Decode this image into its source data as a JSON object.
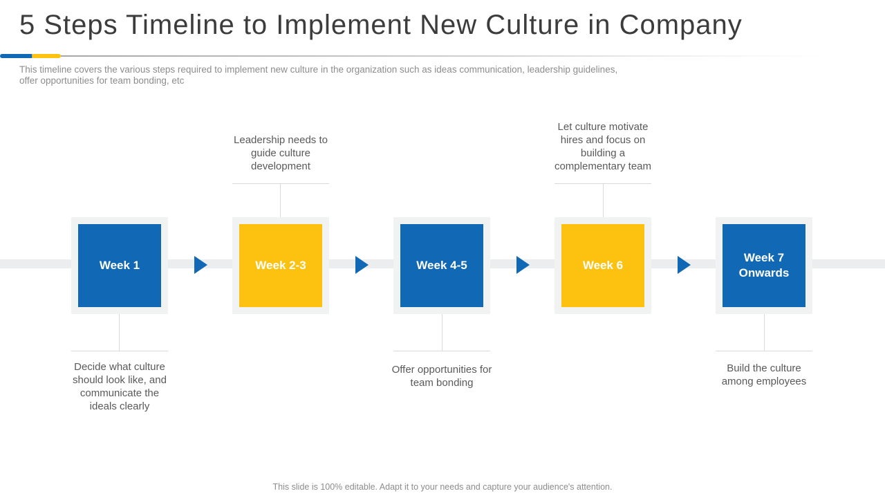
{
  "slide": {
    "title": "5 Steps Timeline to Implement New Culture in Company",
    "subtitle_line1": "This timeline covers the various steps required to implement new culture in the organization such as ideas communication, leadership guidelines,",
    "subtitle_line2": "offer opportunities for team bonding, etc",
    "footer": "This slide is 100% editable. Adapt it to your needs and capture your audience's attention."
  },
  "colors": {
    "blue": "#1168B4",
    "yellow": "#FDC110",
    "track": "#ECEDEE",
    "frame": "#F1F2F2",
    "connector": "#D7DADB",
    "caption": "#595959",
    "muted": "#8C8C8C",
    "title": "#3C3C3C"
  },
  "timeline": {
    "steps": [
      {
        "label": "Week 1",
        "color": "blue",
        "caption": "Decide what culture should look like, and communicate the ideals clearly",
        "caption_position": "below"
      },
      {
        "label": "Week 2-3",
        "color": "yellow",
        "caption": "Leadership needs to guide culture development",
        "caption_position": "above"
      },
      {
        "label": "Week 4-5",
        "color": "blue",
        "caption": "Offer opportunities for team bonding",
        "caption_position": "below"
      },
      {
        "label": "Week 6",
        "color": "yellow",
        "caption": "Let culture motivate hires and focus on building a complementary team",
        "caption_position": "above"
      },
      {
        "label": "Week 7 Onwards",
        "color": "blue",
        "caption": "Build the culture among employees",
        "caption_position": "below"
      }
    ]
  }
}
